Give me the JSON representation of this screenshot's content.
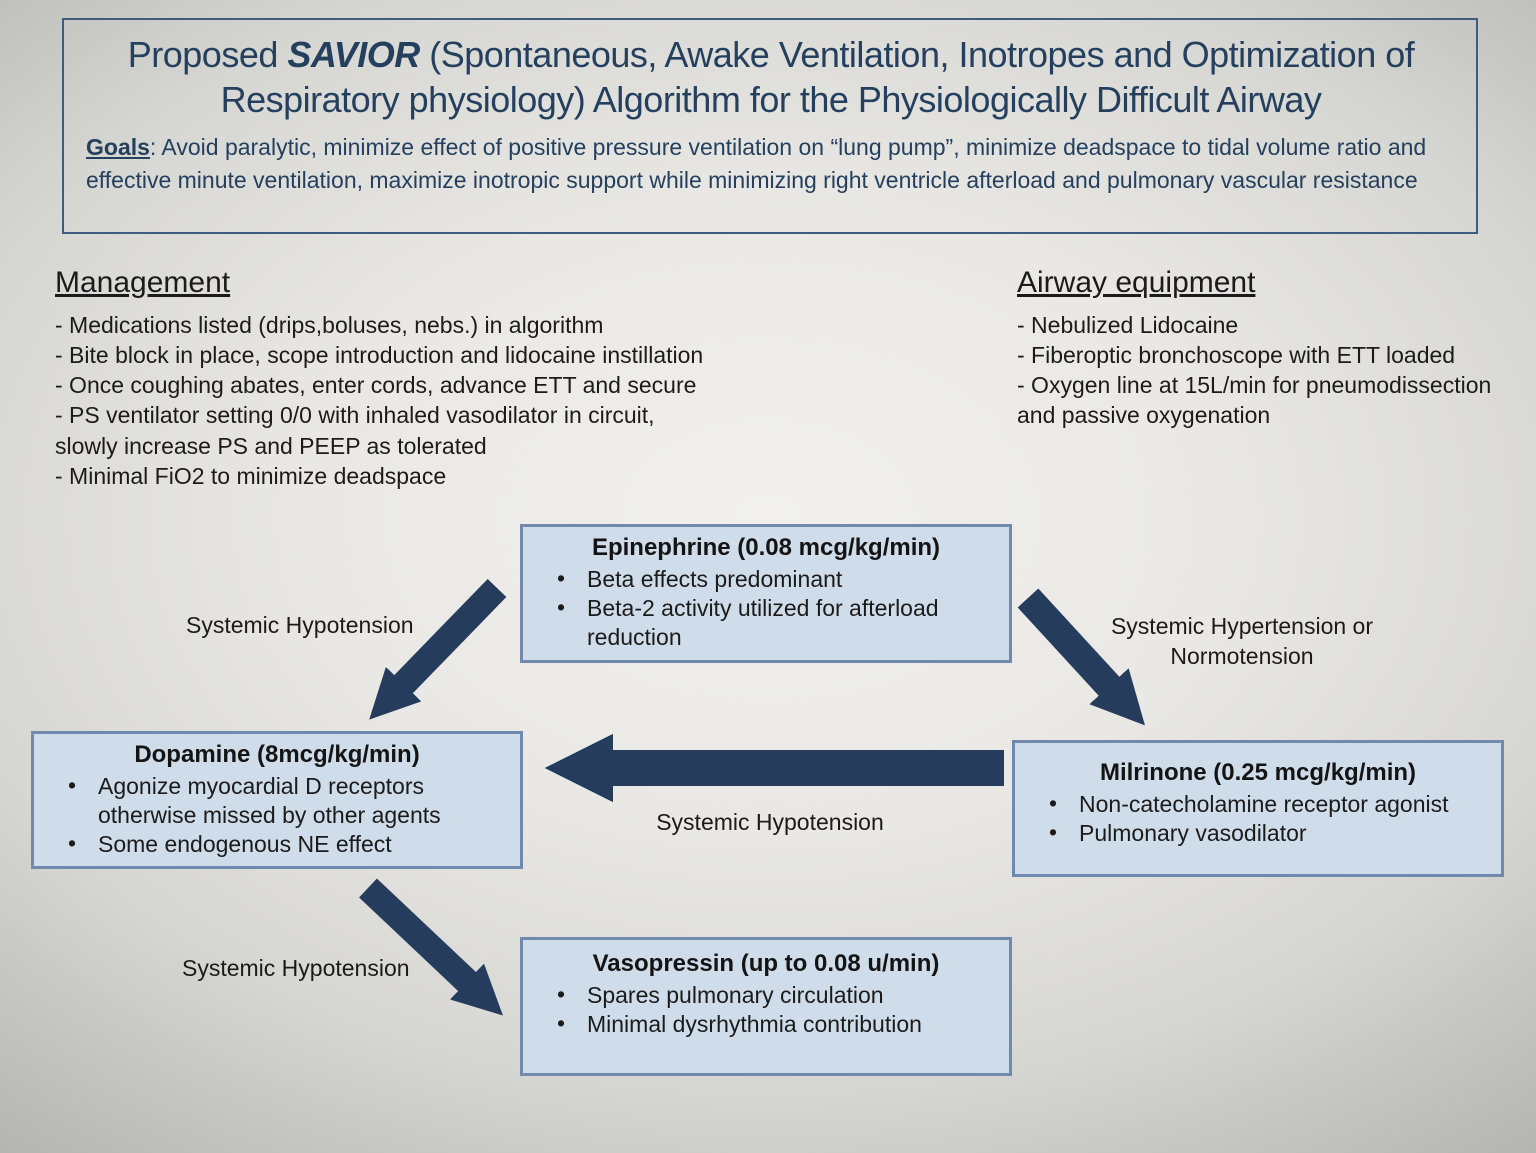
{
  "header": {
    "title_prefix": "Proposed ",
    "title_emphasis": "SAVIOR",
    "title_line1_rest": " (Spontaneous, Awake Ventilation, Inotropes and Optimization of",
    "title_line2": "Respiratory physiology) Algorithm for the Physiologically Difficult Airway",
    "goals_label": "Goals",
    "goals_text": ": Avoid paralytic, minimize effect of positive pressure ventilation on “lung pump”, minimize deadspace to tidal volume ratio and effective minute ventilation, maximize inotropic support while minimizing right ventricle afterload and pulmonary vascular resistance"
  },
  "management": {
    "heading": "Management",
    "items": [
      "- Medications listed (drips,boluses, nebs.) in algorithm",
      "-  Bite block in place, scope introduction and lidocaine instillation",
      "- Once coughing abates, enter cords, advance ETT and secure",
      "- PS ventilator setting 0/0 with inhaled vasodilator in circuit, slowly increase PS and PEEP as tolerated",
      "- Minimal FiO2 to minimize deadspace"
    ]
  },
  "airway_equipment": {
    "heading": "Airway equipment",
    "items": [
      "- Nebulized Lidocaine",
      "- Fiberoptic bronchoscope with ETT loaded",
      "- Oxygen line at 15L/min for pneumodissection and passive oxygenation"
    ]
  },
  "boxes": {
    "epinephrine": {
      "title": "Epinephrine (0.08 mcg/kg/min)",
      "bullets": [
        "Beta effects predominant",
        "Beta-2 activity utilized for afterload reduction"
      ]
    },
    "dopamine": {
      "title": "Dopamine (8mcg/kg/min)",
      "bullets": [
        "Agonize myocardial D receptors otherwise missed by other agents",
        "Some endogenous NE effect"
      ]
    },
    "milrinone": {
      "title": "Milrinone (0.25 mcg/kg/min)",
      "bullets": [
        "Non-catecholamine receptor agonist",
        "Pulmonary vasodilator"
      ]
    },
    "vasopressin": {
      "title": "Vasopressin (up to 0.08 u/min)",
      "bullets": [
        "Spares pulmonary circulation",
        "Minimal dysrhythmia contribution"
      ]
    }
  },
  "arrow_labels": {
    "epi_to_dopamine": "Systemic Hypotension",
    "epi_to_milrinone": "Systemic Hypertension or Normotension",
    "milrinone_to_dopamine": "Systemic Hypotension",
    "dopamine_to_vasopressin": "Systemic Hypotension"
  },
  "colors": {
    "title_navy": "#24405e",
    "arrow_navy": "#263c5c",
    "box_fill": "#cfdcea",
    "box_border": "#7089ac",
    "body_text": "#1b1b1b"
  }
}
